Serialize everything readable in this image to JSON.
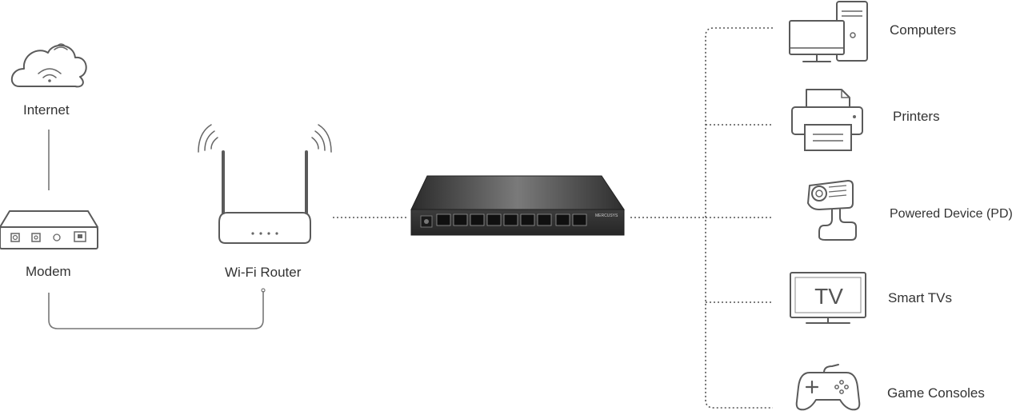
{
  "left_side": {
    "internet_label": "Internet",
    "modem_label": "Modem",
    "router_label": "Wi-Fi Router"
  },
  "switch": {
    "brand": "MERCUSYS"
  },
  "devices": [
    {
      "label": "Computers",
      "icon": "computer-icon"
    },
    {
      "label": "Printers",
      "icon": "printer-icon"
    },
    {
      "label": "Powered Device (PD)",
      "icon": "security-camera-icon"
    },
    {
      "label": "Smart TVs",
      "icon": "tv-icon",
      "screen_text": "TV"
    },
    {
      "label": "Game Consoles",
      "icon": "gamepad-icon"
    }
  ],
  "colors": {
    "line": "#5a5a5a",
    "text": "#333333",
    "switch_body": "#3a3a3a"
  }
}
